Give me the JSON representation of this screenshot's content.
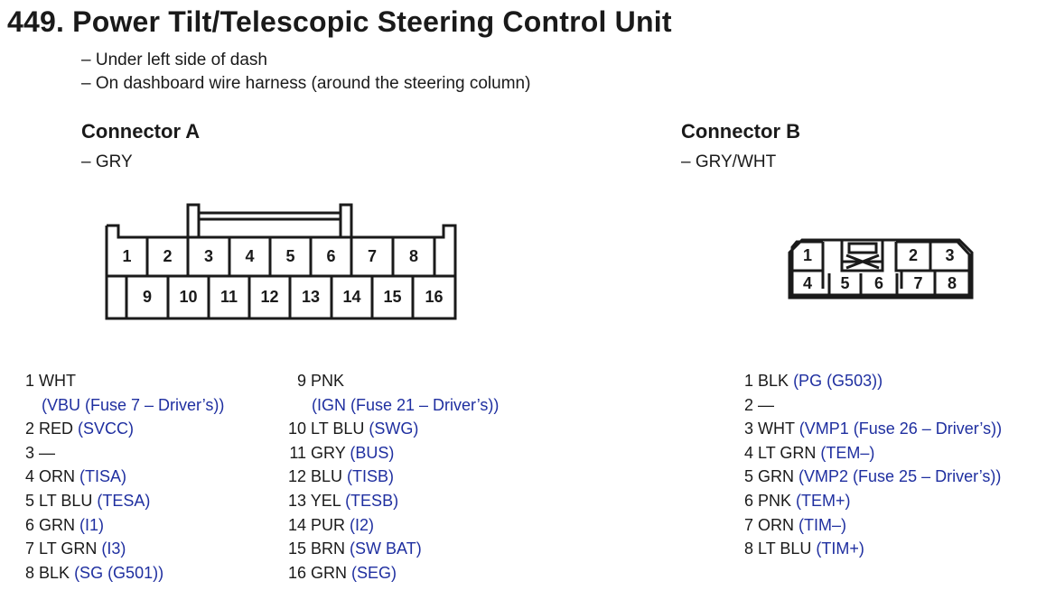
{
  "title": "449. Power Tilt/Telescopic Steering Control Unit",
  "location": [
    "– Under left side of dash",
    "– On dashboard wire harness (around the steering column)"
  ],
  "connector_a": {
    "heading": "Connector A",
    "color": "– GRY",
    "top_row": [
      "1",
      "2",
      "3",
      "4",
      "5",
      "6",
      "7",
      "8"
    ],
    "bottom_row": [
      "9",
      "10",
      "11",
      "12",
      "13",
      "14",
      "15",
      "16"
    ],
    "pins_col1": [
      {
        "num": "1",
        "wire": "WHT",
        "signal": "",
        "cont": "(VBU (Fuse 7 – Driver’s))"
      },
      {
        "num": "2",
        "wire": "RED",
        "signal": "(SVCC)"
      },
      {
        "num": "3",
        "wire": "—",
        "signal": ""
      },
      {
        "num": "4",
        "wire": "ORN",
        "signal": "(TISA)"
      },
      {
        "num": "5",
        "wire": "LT BLU",
        "signal": "(TESA)"
      },
      {
        "num": "6",
        "wire": "GRN",
        "signal": "(I1)"
      },
      {
        "num": "7",
        "wire": "LT GRN",
        "signal": "(I3)"
      },
      {
        "num": "8",
        "wire": "BLK",
        "signal": "(SG (G501))"
      }
    ],
    "pins_col2": [
      {
        "num": "9",
        "wire": "PNK",
        "signal": "",
        "cont": "(IGN (Fuse 21 – Driver’s))"
      },
      {
        "num": "10",
        "wire": "LT BLU",
        "signal": "(SWG)"
      },
      {
        "num": "11",
        "wire": "GRY",
        "signal": "(BUS)"
      },
      {
        "num": "12",
        "wire": "BLU",
        "signal": "(TISB)"
      },
      {
        "num": "13",
        "wire": "YEL",
        "signal": "(TESB)"
      },
      {
        "num": "14",
        "wire": "PUR",
        "signal": "(I2)"
      },
      {
        "num": "15",
        "wire": "BRN",
        "signal": "(SW BAT)"
      },
      {
        "num": "16",
        "wire": "GRN",
        "signal": "(SEG)"
      }
    ]
  },
  "connector_b": {
    "heading": "Connector B",
    "color": "– GRY/WHT",
    "cells": [
      "1",
      "2",
      "3",
      "4",
      "5",
      "6",
      "7",
      "8"
    ],
    "pins": [
      {
        "num": "1",
        "wire": "BLK",
        "signal": "(PG (G503))"
      },
      {
        "num": "2",
        "wire": "—",
        "signal": ""
      },
      {
        "num": "3",
        "wire": "WHT",
        "signal": "(VMP1 (Fuse 26 – Driver’s))"
      },
      {
        "num": "4",
        "wire": "LT GRN",
        "signal": "(TEM–)"
      },
      {
        "num": "5",
        "wire": "GRN",
        "signal": "(VMP2 (Fuse 25 – Driver’s))"
      },
      {
        "num": "6",
        "wire": "PNK",
        "signal": "(TEM+)"
      },
      {
        "num": "7",
        "wire": "ORN",
        "signal": "(TIM–)"
      },
      {
        "num": "8",
        "wire": "LT BLU",
        "signal": "(TIM+)"
      }
    ]
  }
}
